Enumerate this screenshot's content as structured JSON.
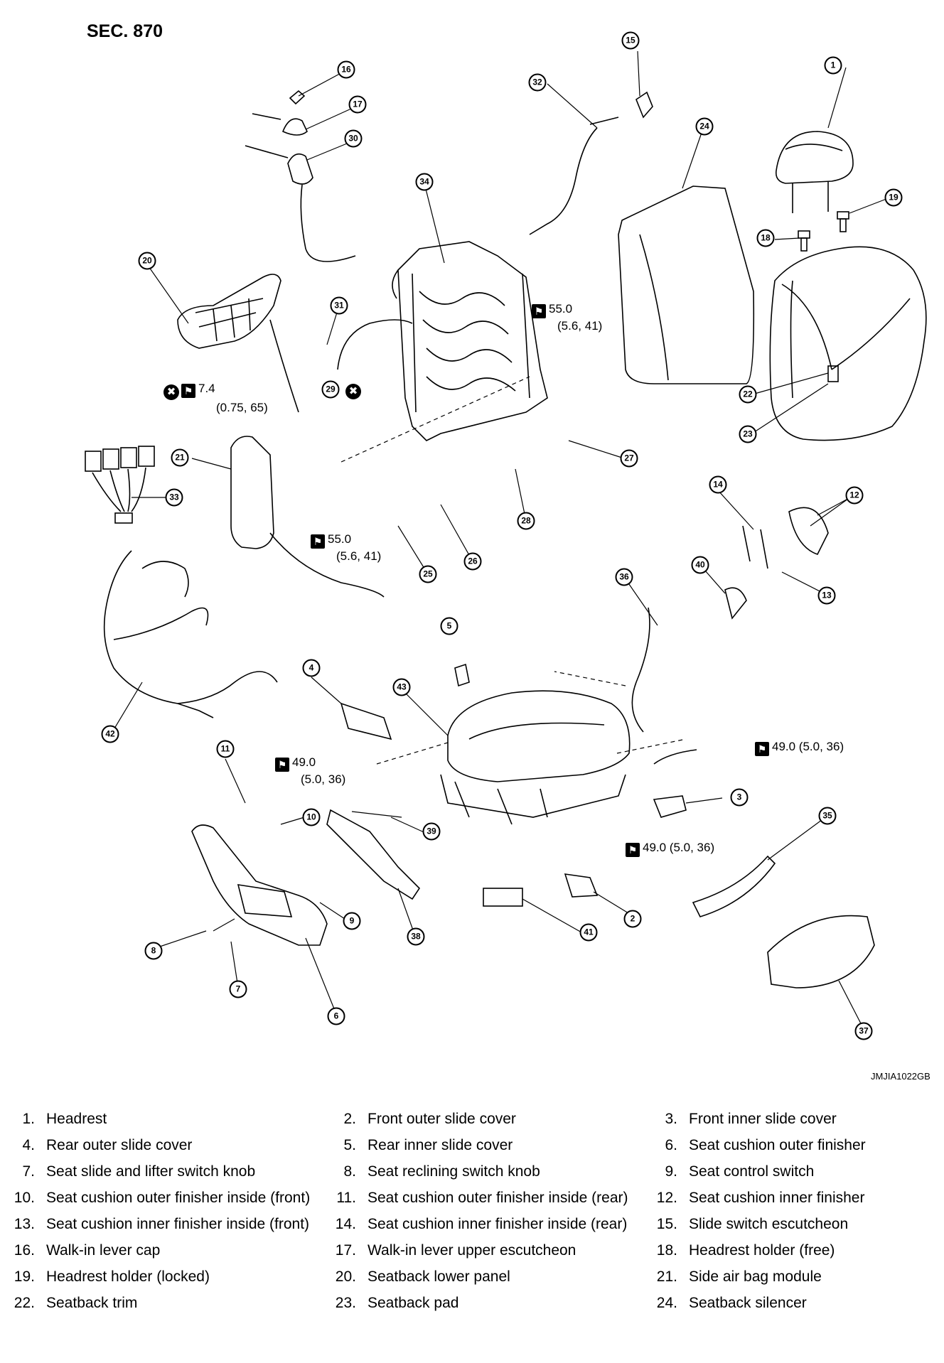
{
  "header": {
    "section": "SEC. 870",
    "code": "JMJIA1022GB"
  },
  "torques": [
    {
      "value": "55.0",
      "sub": "(5.6, 41)"
    },
    {
      "value": "7.4",
      "sub": "(0.75, 65)"
    },
    {
      "value": "55.0",
      "sub": "(5.6, 41)"
    },
    {
      "value": "49.0 (5.0, 36)"
    },
    {
      "value": "49.0",
      "sub": "(5.0, 36)"
    },
    {
      "value": "49.0 (5.0, 36)"
    }
  ],
  "callouts": [
    "1",
    "2",
    "3",
    "4",
    "5",
    "6",
    "7",
    "8",
    "9",
    "10",
    "11",
    "12",
    "13",
    "14",
    "15",
    "16",
    "17",
    "18",
    "19",
    "20",
    "21",
    "22",
    "23",
    "24",
    "25",
    "26",
    "27",
    "28",
    "29",
    "30",
    "31",
    "32",
    "33",
    "34",
    "35",
    "36",
    "37",
    "38",
    "39",
    "40",
    "41",
    "42",
    "43"
  ],
  "legend": [
    [
      "1.",
      "Headrest"
    ],
    [
      "2.",
      "Front outer slide cover"
    ],
    [
      "3.",
      "Front inner slide cover"
    ],
    [
      "4.",
      "Rear outer slide cover"
    ],
    [
      "5.",
      "Rear inner slide cover"
    ],
    [
      "6.",
      "Seat cushion outer finisher"
    ],
    [
      "7.",
      "Seat slide and lifter switch knob"
    ],
    [
      "8.",
      "Seat reclining switch knob"
    ],
    [
      "9.",
      "Seat control switch"
    ],
    [
      "10.",
      "Seat cushion outer finisher inside (front)"
    ],
    [
      "11.",
      "Seat cushion outer finisher inside (rear)"
    ],
    [
      "12.",
      "Seat cushion inner finisher"
    ],
    [
      "13.",
      "Seat cushion inner finisher inside (front)"
    ],
    [
      "14.",
      "Seat cushion inner finisher inside (rear)"
    ],
    [
      "15.",
      "Slide switch escutcheon"
    ],
    [
      "16.",
      "Walk-in lever cap"
    ],
    [
      "17.",
      "Walk-in lever upper escutcheon"
    ],
    [
      "18.",
      "Headrest holder (free)"
    ],
    [
      "19.",
      "Headrest holder (locked)"
    ],
    [
      "20.",
      "Seatback lower panel"
    ],
    [
      "21.",
      "Side air bag module"
    ],
    [
      "22.",
      "Seatback trim"
    ],
    [
      "23.",
      "Seatback pad"
    ],
    [
      "24.",
      "Seatback silencer"
    ]
  ]
}
